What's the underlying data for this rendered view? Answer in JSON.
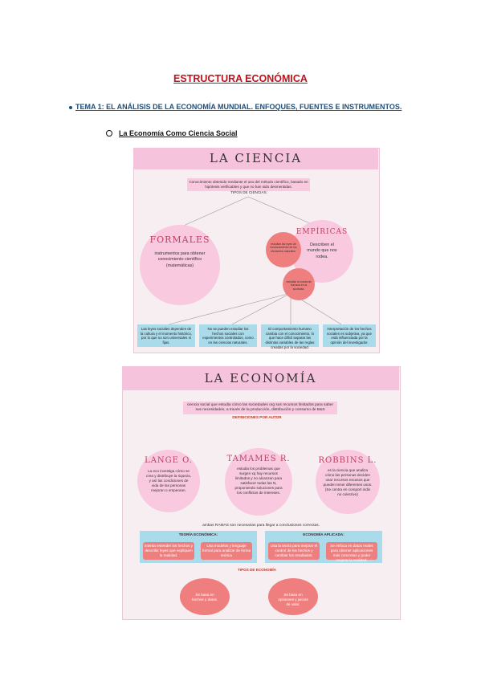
{
  "doc": {
    "title": "ESTRUCTURA ECONÓMICA",
    "topic": "TEMA 1: EL ANÁLISIS DE LA ECONOMÍA MUNDIAL. ENFOQUES, FUENTES E INSTRUMENTOS.",
    "subheading": "La Economía Como Ciencia Social"
  },
  "ciencia": {
    "title": "LA CIENCIA",
    "definition": "Conocimiento obtenido mediante el uso del método científico, basado en hipótesis verificables y que no han sido desmentidas.",
    "types_label": "TIPOS DE CIENCIAS:",
    "formales_title": "FORMALES",
    "formales_text": "instrumentos para obtener conocimiento científico (matemáticas)",
    "empiricas_title": "EMPÍRICAS",
    "empiricas_text": "Describen el mundo que nos rodea.",
    "naturales_text": "estudian las leyes de funcionamiento de los elementos naturales.",
    "sociales_text": "estudian la conducta humana en la sociedad.",
    "boxes": [
      "Las leyes sociales dependen de la cultura y el momento histórico, por lo que no son universales ni fijas.",
      "No se pueden estudiar los hechos sociales con experimentos controlados, como en las ciencias naturales.",
      "El comportamiento humano cambia con el conocimiento, lo que hace difícil separar las distintas variables de las reglas creadas por la sociedad.",
      "Interpretación de los hechos sociales es subjetiva, ya que está influenciada por la opinión del investigador."
    ]
  },
  "economia": {
    "title": "LA ECONOMÍA",
    "definition": "ciencia social que estudia cómo las sociedades org sus recursos limitados para saber sus necesidades, a través de la producción, distribución y consumo de B&S",
    "authors_label": "DEFINICIONES POR AUTOR",
    "authors": [
      {
        "name": "LANGE O.",
        "text": "La eco investiga cómo se crea y distribuye la riqueza, y así las condiciones de vida de las personas mejoran o empeoran."
      },
      {
        "name": "TAMAMES R.",
        "text": "estudia los problemas que surgen xq hay recursos limitados y no alcanzan para satisfacer todas las N, proponiendo soluciones para los conflictos de intereses."
      },
      {
        "name": "ROBBINS L.",
        "text": "es la ciencia que analiza cómo las personas deciden usar recursos escasos que pueden tener diferentes usos. (Se centra en comport indiv no colectivo)"
      }
    ],
    "ramas_text": "ambas RAMAS son necesarias para llegar a conclusiones correctas.",
    "teorica_label": "TEORÍA ECONÓMICA:",
    "teorica_items": [
      "intenta entender los hechos y describir leyes que expliquen la realidad.",
      "Usa modelos y lenguaje formal para analizar de forma teórica"
    ],
    "aplicada_label": "ECONOMÍA APLICADA:",
    "aplicada_items": [
      "Usa la teoría para mejorar el control de los hechos y cambiar los resultados.",
      "Se enfoca en datos reales para obtener aplicaciones más concretas y poder mejorar la realidad."
    ],
    "types_label": "TIPOS DE ECONOMÍA",
    "positiva_text": "Se basa en hechos y datos.",
    "normativa_text": "Se basa en opiniones y juicios de valor."
  }
}
